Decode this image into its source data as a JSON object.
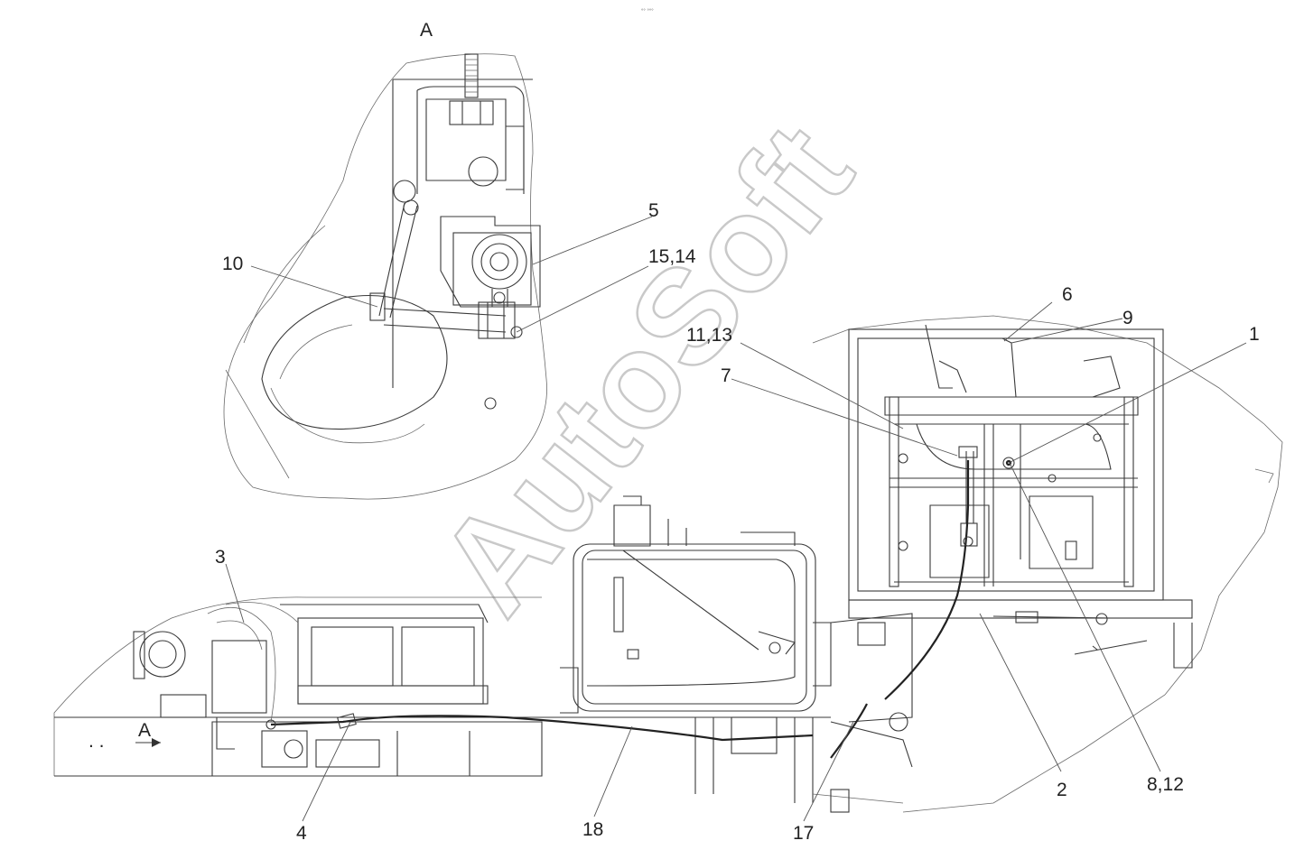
{
  "view_marker": "A",
  "top_caption": "°° °°°",
  "watermark": "AutoSoft",
  "callouts": {
    "c1": "1",
    "c2": "2",
    "c3": "3",
    "c4": "4",
    "c5": "5",
    "c6": "6",
    "c7": "7",
    "c8_12": "8,12",
    "c9": "9",
    "c10": "10",
    "c11_13": "11,13",
    "c15_14": "15,14",
    "c17": "17",
    "c18": "18"
  },
  "view_arrow_label": "A",
  "arrow_dots": ". ."
}
